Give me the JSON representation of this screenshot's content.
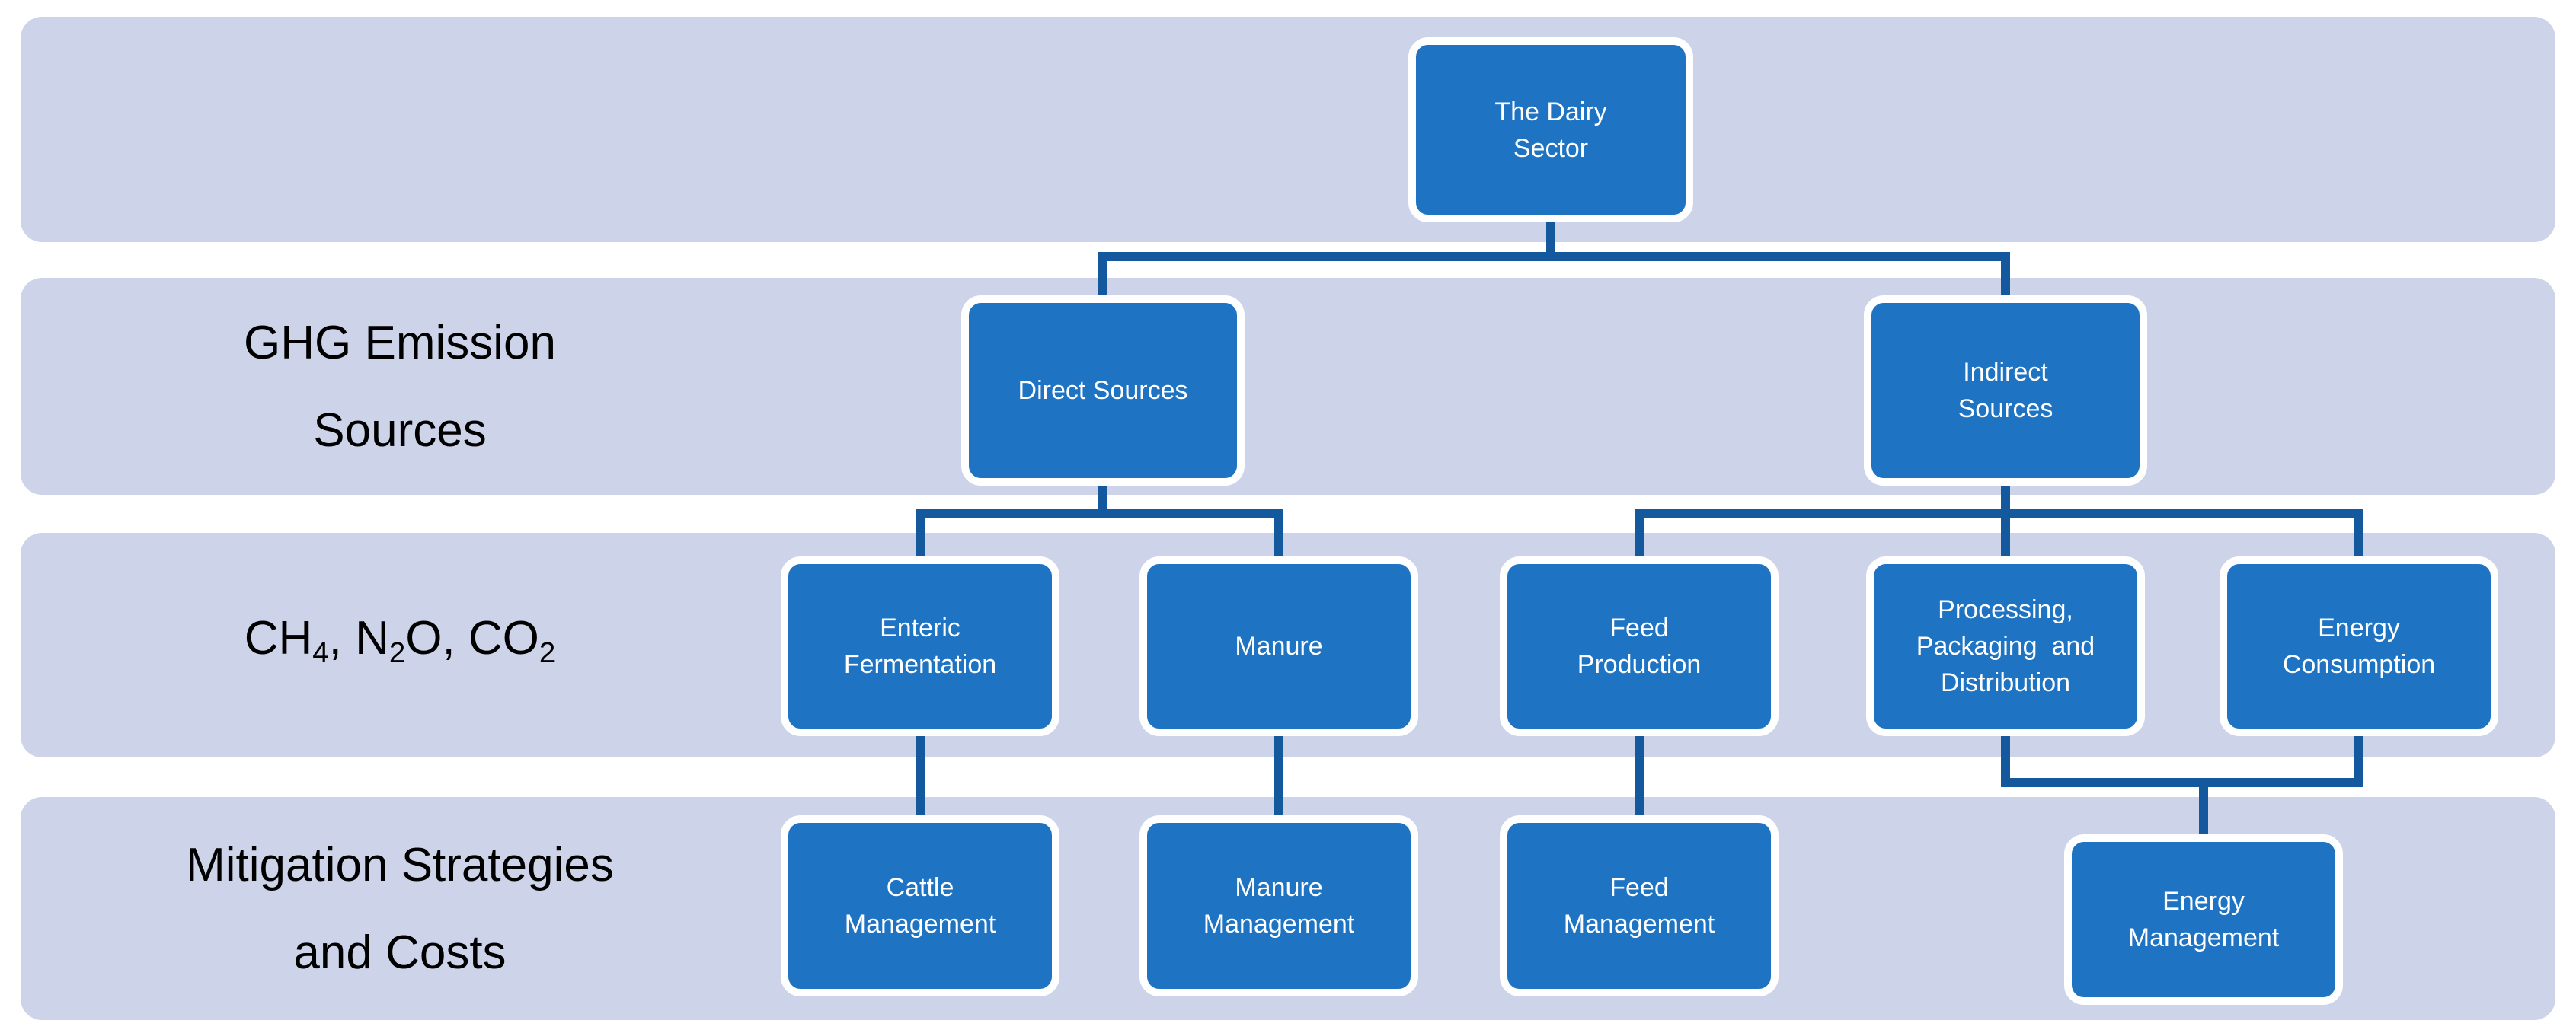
{
  "colors": {
    "background": "#ffffff",
    "band": "#cdd4e9",
    "node_fill": "#1e73c2",
    "node_border": "#ffffff",
    "connector": "#14599e",
    "node_text": "#ffffff",
    "label_text": "#000000"
  },
  "row_labels": {
    "ghg_emission_sources": {
      "lines": [
        "GHG Emission",
        "Sources"
      ]
    },
    "gases": {
      "segments": [
        {
          "text": "CH"
        },
        {
          "text": "4",
          "sub": true
        },
        {
          "text": ", N"
        },
        {
          "text": "2",
          "sub": true
        },
        {
          "text": "O, CO"
        },
        {
          "text": "2",
          "sub": true
        }
      ]
    },
    "mitigation_strategies": {
      "lines": [
        "Mitigation Strategies",
        "and Costs"
      ]
    }
  },
  "nodes": {
    "dairy_sector": {
      "label": "The Dairy Sector",
      "lines": [
        "The Dairy",
        "Sector"
      ]
    },
    "direct_sources": {
      "label": "Direct Sources",
      "lines": [
        "Direct Sources"
      ]
    },
    "indirect_sources": {
      "label": "Indirect Sources",
      "lines": [
        "Indirect",
        "Sources"
      ]
    },
    "enteric_fermentation": {
      "label": "Enteric Fermentation",
      "lines": [
        "Enteric",
        "Fermentation"
      ]
    },
    "manure": {
      "label": "Manure",
      "lines": [
        "Manure"
      ]
    },
    "feed_production": {
      "label": "Feed Production",
      "lines": [
        "Feed",
        "Production"
      ]
    },
    "processing_packaging_distribution": {
      "label": "Processing, Packaging and Distribution",
      "lines": [
        "Processing,",
        "Packaging  and",
        "Distribution"
      ]
    },
    "energy_consumption": {
      "label": "Energy Consumption",
      "lines": [
        "Energy",
        "Consumption"
      ]
    },
    "cattle_management": {
      "label": "Cattle Management",
      "lines": [
        "Cattle",
        "Management"
      ]
    },
    "manure_management": {
      "label": "Manure Management",
      "lines": [
        "Manure",
        "Management"
      ]
    },
    "feed_management": {
      "label": "Feed Management",
      "lines": [
        "Feed",
        "Management"
      ]
    },
    "energy_management": {
      "label": "Energy Management",
      "lines": [
        "Energy",
        "Management"
      ]
    }
  }
}
